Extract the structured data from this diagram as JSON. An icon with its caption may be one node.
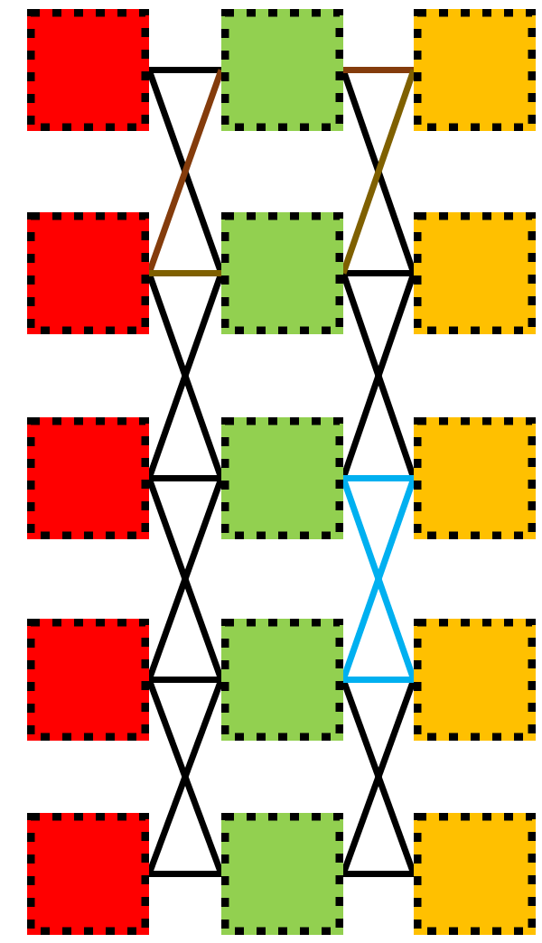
{
  "diagram": {
    "nodes": [
      {
        "text": [],
        "shape": "box"
      },
      {
        "text": [],
        "shape": "box"
      },
      {
        "text": [],
        "shape": "box"
      },
      {
        "text": [],
        "shape": "box"
      },
      {
        "text": [],
        "shape": "box"
      },
      {
        "text": [],
        "shape": "box"
      },
      {
        "text": [],
        "shape": "box"
      },
      {
        "text": [],
        "shape": "box"
      },
      {
        "text": [],
        "shape": "box"
      },
      {
        "text": [],
        "shape": "box"
      },
      {
        "text": [],
        "shape": "box"
      },
      {
        "text": [],
        "shape": "box"
      },
      {
        "text": [],
        "shape": "box"
      },
      {
        "text": [],
        "shape": "box"
      },
      {
        "text": [],
        "shape": "box"
      }
    ],
    "edges": [
      {
        "from": 0,
        "to": 1,
        "arrow": "none"
      },
      {
        "from": 0,
        "to": 4,
        "arrow": "none"
      },
      {
        "from": 1,
        "to": 3,
        "arrow": "none",
        "color": "#843c0c"
      },
      {
        "from": 3,
        "to": 4,
        "arrow": "none",
        "color": "#7f6000"
      },
      {
        "from": 3,
        "to": 7,
        "arrow": "none"
      },
      {
        "from": 4,
        "to": 6,
        "arrow": "none"
      },
      {
        "from": 6,
        "to": 7,
        "arrow": "none"
      },
      {
        "from": 6,
        "to": 10,
        "arrow": "none"
      },
      {
        "from": 7,
        "to": 9,
        "arrow": "none"
      },
      {
        "from": 9,
        "to": 10,
        "arrow": "none"
      },
      {
        "from": 9,
        "to": 13,
        "arrow": "none"
      },
      {
        "from": 10,
        "to": 12,
        "arrow": "none"
      },
      {
        "from": 12,
        "to": 13,
        "arrow": "none"
      },
      {
        "from": 1,
        "to": 2,
        "arrow": "none",
        "color": "#843c0c"
      },
      {
        "from": 1,
        "to": 5,
        "arrow": "none"
      },
      {
        "from": 2,
        "to": 4,
        "arrow": "none",
        "color": "#7f6000"
      },
      {
        "from": 4,
        "to": 5,
        "arrow": "none"
      },
      {
        "from": 4,
        "to": 8,
        "arrow": "none"
      },
      {
        "from": 5,
        "to": 7,
        "arrow": "none"
      },
      {
        "from": 7,
        "to": 8,
        "arrow": "none",
        "color": "#00b0f0"
      },
      {
        "from": 7,
        "to": 11,
        "arrow": "none",
        "color": "#00b0f0"
      },
      {
        "from": 8,
        "to": 10,
        "arrow": "none",
        "color": "#00b0f0"
      },
      {
        "from": 10,
        "to": 11,
        "arrow": "none",
        "color": "#00b0f0"
      },
      {
        "from": 10,
        "to": 14,
        "arrow": "none"
      },
      {
        "from": 11,
        "to": 13,
        "arrow": "none"
      },
      {
        "from": 13,
        "to": 14,
        "arrow": "none"
      }
    ]
  }
}
